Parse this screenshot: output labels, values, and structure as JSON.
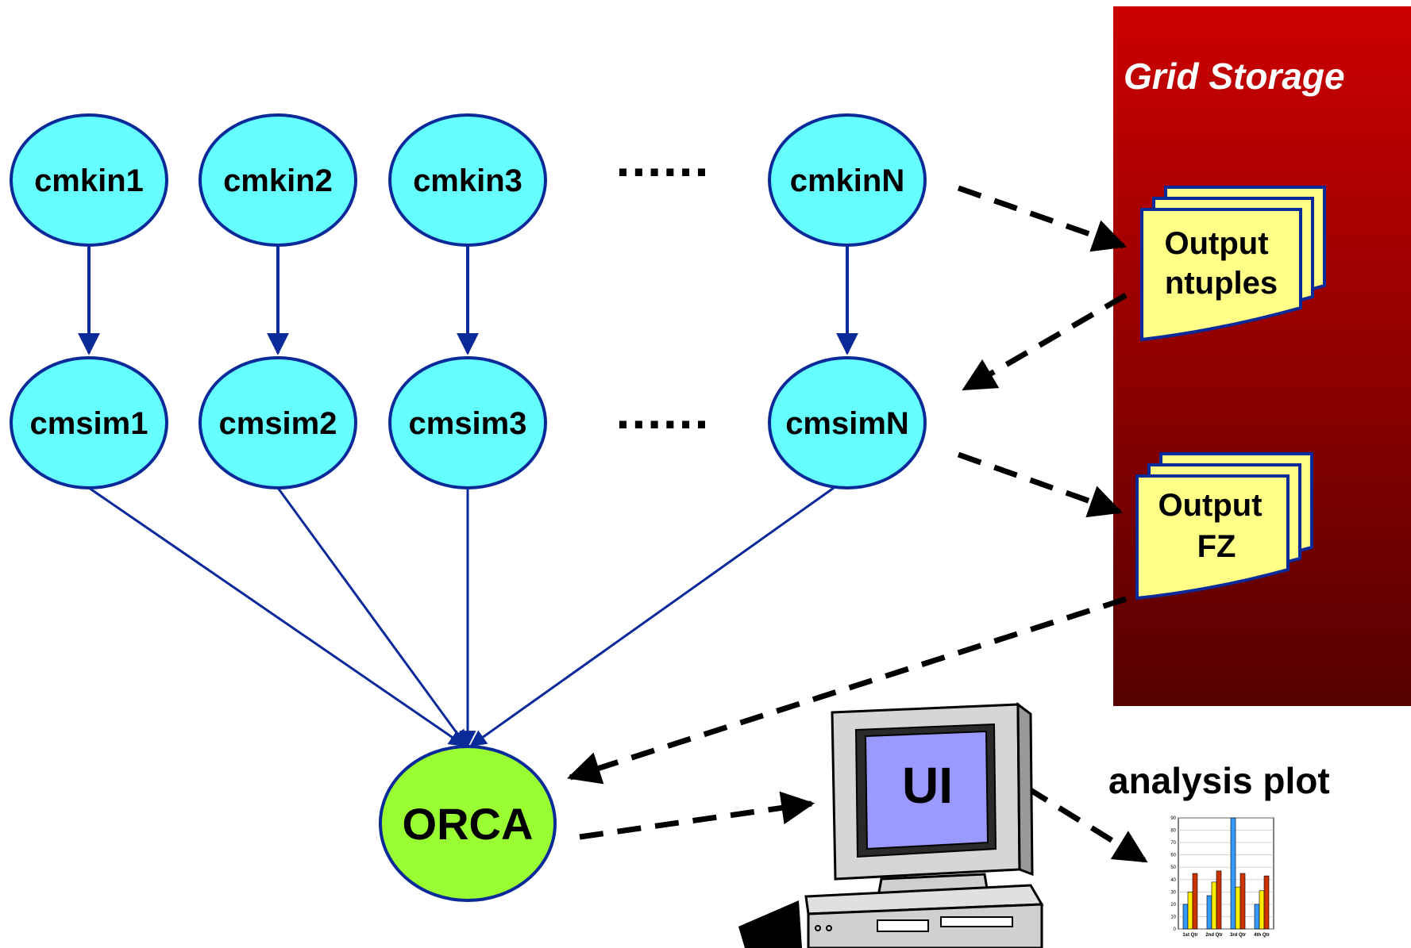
{
  "storage": {
    "title": "Grid Storage"
  },
  "kin_nodes": [
    "cmkin1",
    "cmkin2",
    "cmkin3",
    "cmkinN"
  ],
  "sim_nodes": [
    "cmsim1",
    "cmsim2",
    "cmsim3",
    "cmsimN"
  ],
  "ellipsis": "......",
  "orca": "ORCA",
  "outputs": {
    "ntuples": [
      "Output",
      "ntuples"
    ],
    "fz": [
      "Output",
      "FZ"
    ]
  },
  "ui": {
    "label": "UI"
  },
  "plot": {
    "title": "analysis plot",
    "chart_data": {
      "type": "bar",
      "categories": [
        "1st Qtr",
        "2nd Qtr",
        "3rd Qtr",
        "4th Qtr"
      ],
      "series": [
        {
          "values": [
            20,
            27,
            90,
            20
          ]
        },
        {
          "values": [
            30,
            38,
            34,
            31
          ]
        },
        {
          "values": [
            45,
            47,
            45,
            43
          ]
        }
      ],
      "yticks": [
        "0",
        "10",
        "20",
        "30",
        "40",
        "50",
        "60",
        "70",
        "80",
        "90"
      ],
      "ylim": [
        0,
        90
      ]
    }
  },
  "colors": {
    "node_fill": "#66ffff",
    "node_stroke": "#0a2a9a",
    "orca_fill": "#99ff33",
    "storage_top": "#cc0000",
    "storage_bottom": "#550000",
    "doc_fill": "#ffff88",
    "arrow_blue": "#0a2a9a",
    "screen": "#9999ff",
    "bar_blue": "#3399ff",
    "bar_yellow": "#ffee00",
    "bar_red": "#cc3300"
  }
}
